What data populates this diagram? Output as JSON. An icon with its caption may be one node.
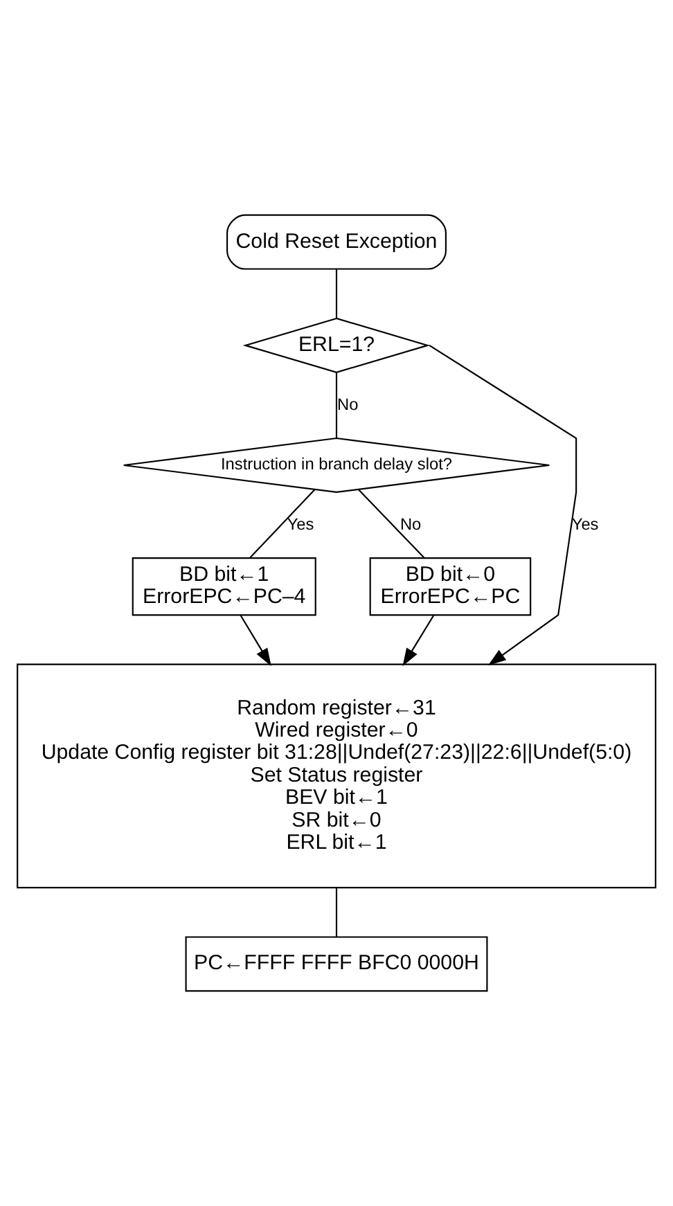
{
  "diagram": {
    "nodes": [
      {
        "text": [
          "Cold Reset Exception"
        ]
      },
      {
        "text": [
          "ERL=1?"
        ]
      },
      {
        "text": [
          "Instruction in branch delay slot?"
        ]
      },
      {
        "text": [
          "BD bit←1",
          "ErrorEPC←PC–4"
        ]
      },
      {
        "text": [
          "BD bit←0",
          "ErrorEPC←PC"
        ]
      },
      {
        "text": [
          "Random register←31",
          "Wired register←0",
          "Update Config register bit 31:28||Undef(27:23)||22:6||Undef(5:0)",
          "Set Status register",
          "BEV bit←1",
          "SR bit←0",
          "ERL bit←1"
        ]
      },
      {
        "text": [
          "PC←FFFF FFFF BFC0 0000H"
        ]
      }
    ],
    "edges": [
      {
        "from": 0,
        "to": 1,
        "arrow": "none"
      },
      {
        "from": 1,
        "to": 2,
        "arrow": "none",
        "label": "No"
      },
      {
        "from": 1,
        "to": 5,
        "arrow": "to",
        "label": "Yes"
      },
      {
        "from": 2,
        "to": 3,
        "arrow": "none",
        "label": "Yes"
      },
      {
        "from": 2,
        "to": 4,
        "arrow": "none",
        "label": "No"
      },
      {
        "from": 3,
        "to": 5,
        "arrow": "to"
      },
      {
        "from": 4,
        "to": 5,
        "arrow": "to"
      },
      {
        "from": 5,
        "to": 6,
        "arrow": "none"
      }
    ]
  }
}
